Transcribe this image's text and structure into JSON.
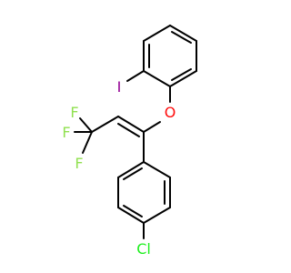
{
  "colors": {
    "background": "#ffffff",
    "bond": "#000000",
    "iodine": "#940094",
    "oxygen": "#ff0d0d",
    "fluorine": "#90e050",
    "chlorine": "#1fef1f"
  },
  "atoms": {
    "iodine": "I",
    "oxygen": "O",
    "fluorine_1": "F",
    "fluorine_2": "F",
    "fluorine_3": "F",
    "chlorine": "Cl"
  }
}
